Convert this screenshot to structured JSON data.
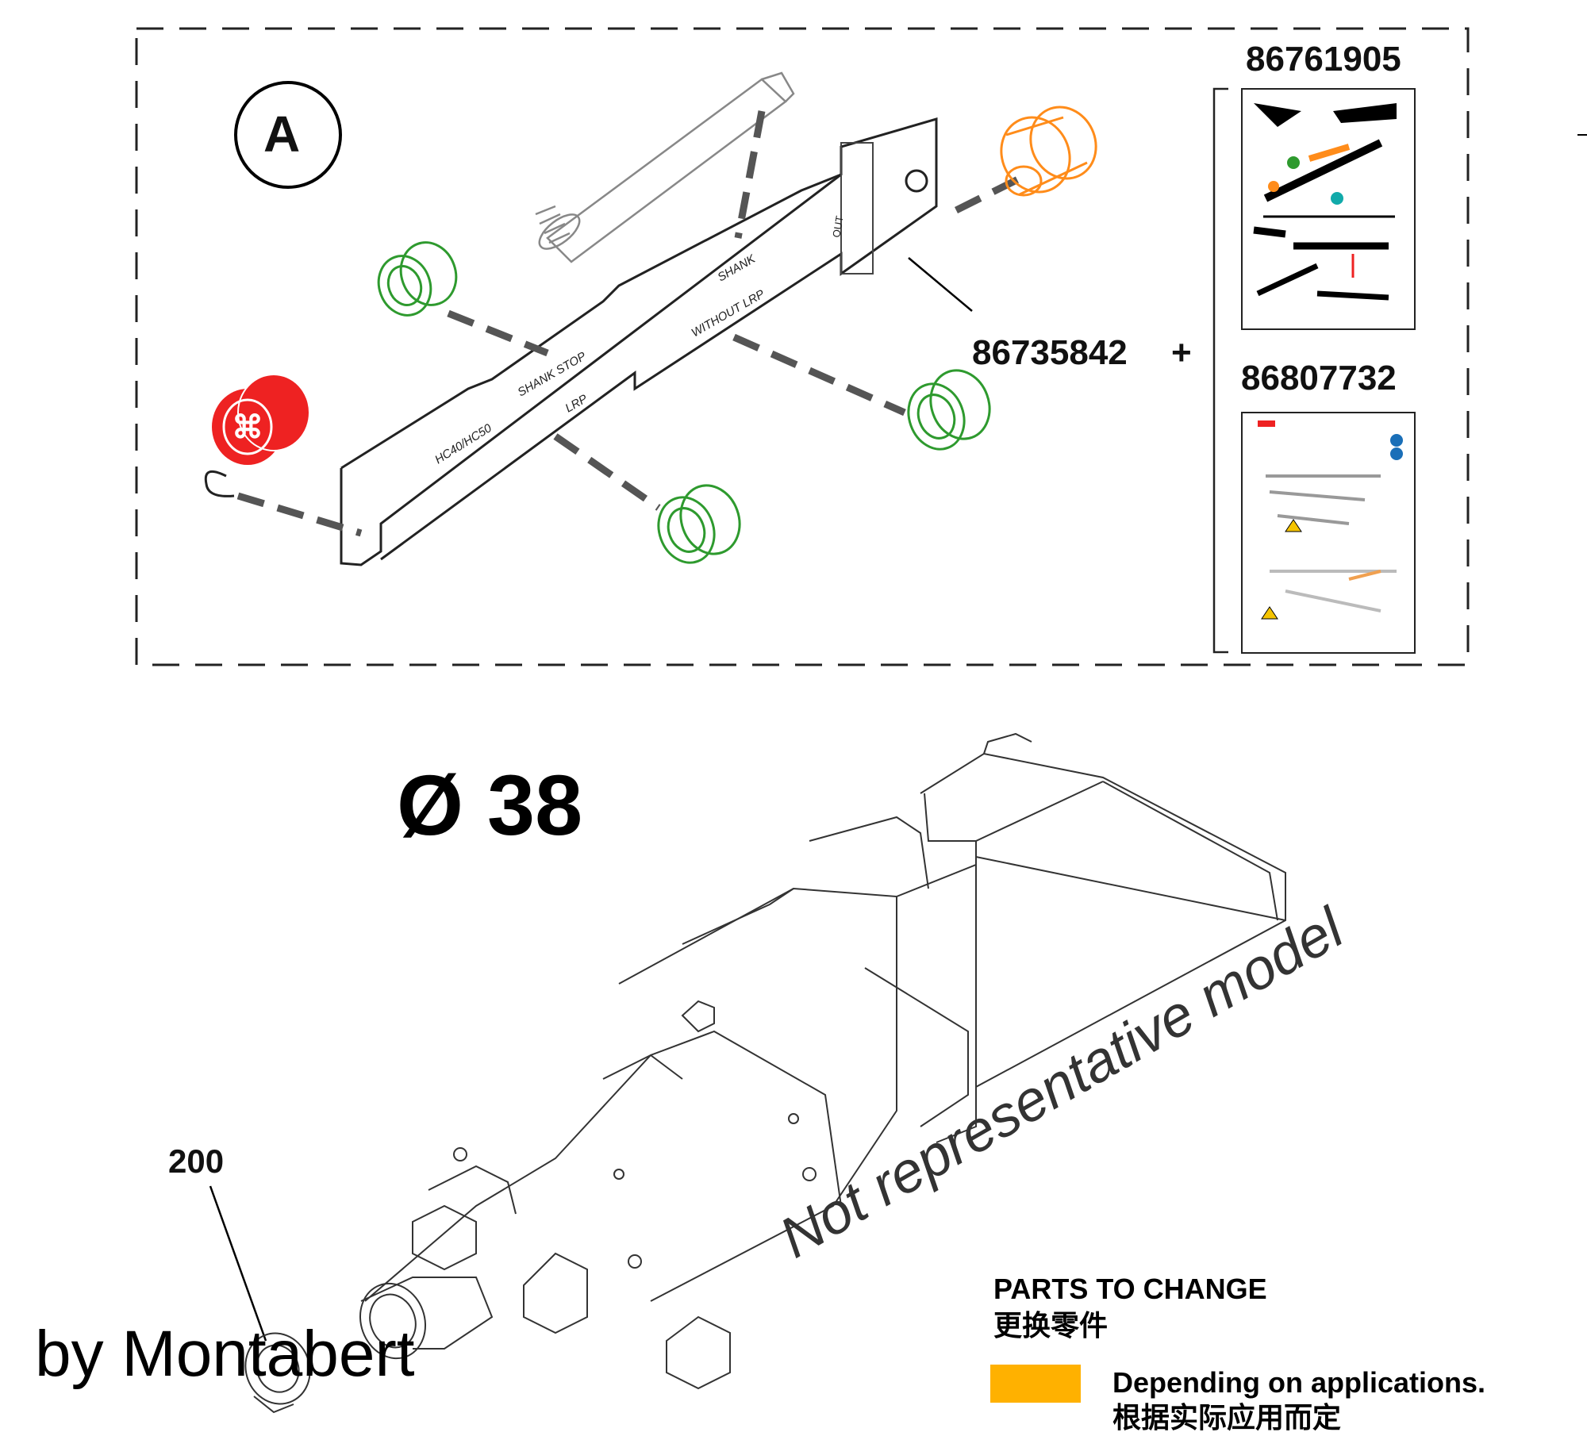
{
  "group_label": "A",
  "part_numbers": {
    "plate_tool": "86735842",
    "kit_top": "86761905",
    "kit_bottom": "86807732",
    "plus_sign": "+"
  },
  "plate_engravings": {
    "model": "HC40/HC50",
    "shank_stop": "SHANK STOP",
    "lrp": "LRP",
    "without_lrp": "WITHOUT LRP",
    "shank": "SHANK",
    "out": "OUT"
  },
  "diameter_label": "Ø 38",
  "item_number": "200",
  "watermark": "Not representative model",
  "credit": "by Montabert",
  "legend": {
    "heading_en": "PARTS TO CHANGE",
    "heading_zh": "更换零件",
    "depending_en": "Depending on applications.",
    "depending_zh": "根据实际应用而定",
    "swatch_color": "#ffb100"
  },
  "colors": {
    "green_seal": "#2e9a2e",
    "orange_bushing": "#ff8c1a",
    "red_part": "#ee2222",
    "dash_line": "#555555"
  }
}
